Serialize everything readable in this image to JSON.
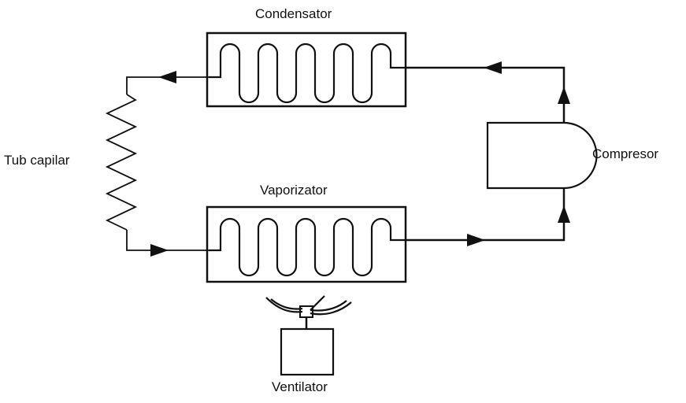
{
  "labels": {
    "condenser": "Condensator",
    "evaporator": "Vaporizator",
    "compressor": "Compresor",
    "capillary": "Tub capilar",
    "fan": "Ventilator"
  },
  "colors": {
    "line": "#111111",
    "background": "#ffffff"
  }
}
